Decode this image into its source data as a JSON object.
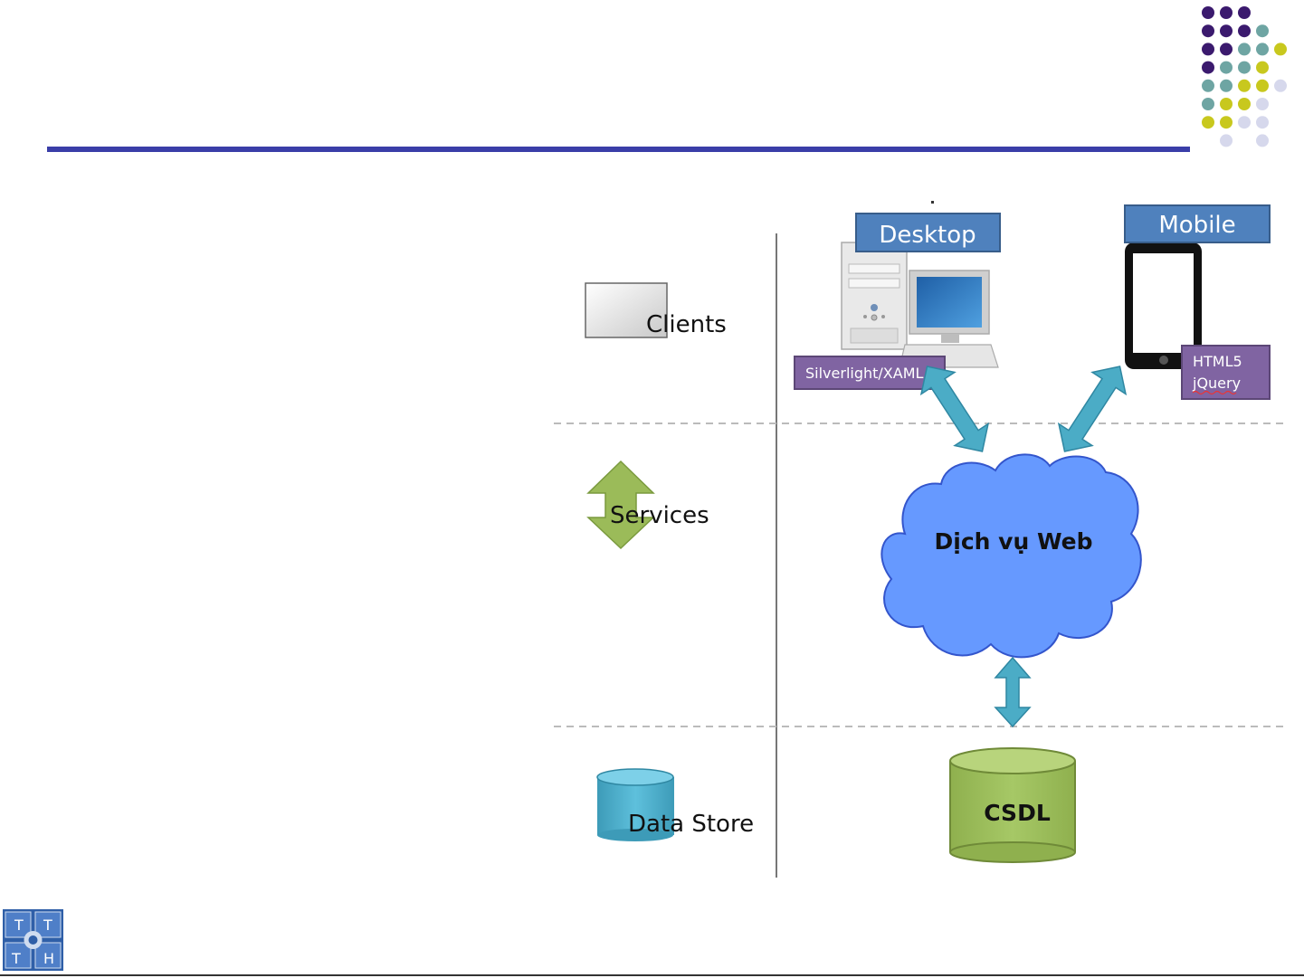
{
  "layers": {
    "clients_label": "Clients",
    "services_label": "Services",
    "data_store_label": "Data Store"
  },
  "nodes": {
    "desktop_label": "Desktop",
    "mobile_label": "Mobile",
    "silverlight_label": "Silverlight/XAML",
    "html5_label": "HTML5",
    "jquery_label": "jQuery",
    "cloud_label": "Dịch vụ Web",
    "db_label": "CSDL"
  },
  "logo": {
    "letters": [
      "T",
      "T",
      "T",
      "H"
    ]
  },
  "colors": {
    "header_line": "#3a3ea8",
    "label_box_blue": "#4f81bd",
    "label_box_purple": "#8064a2",
    "cloud_blue": "#6699ff",
    "arrow_teal": "#4bacc6",
    "db_green": "#9bbb59",
    "services_green": "#9bbb59",
    "datastore_cyan": "#4bacc6",
    "dot_purple": "#3b1a6e",
    "dot_teal": "#6ea5a3",
    "dot_yellow": "#c8c81e",
    "dot_lavender": "#d6d8ec"
  }
}
